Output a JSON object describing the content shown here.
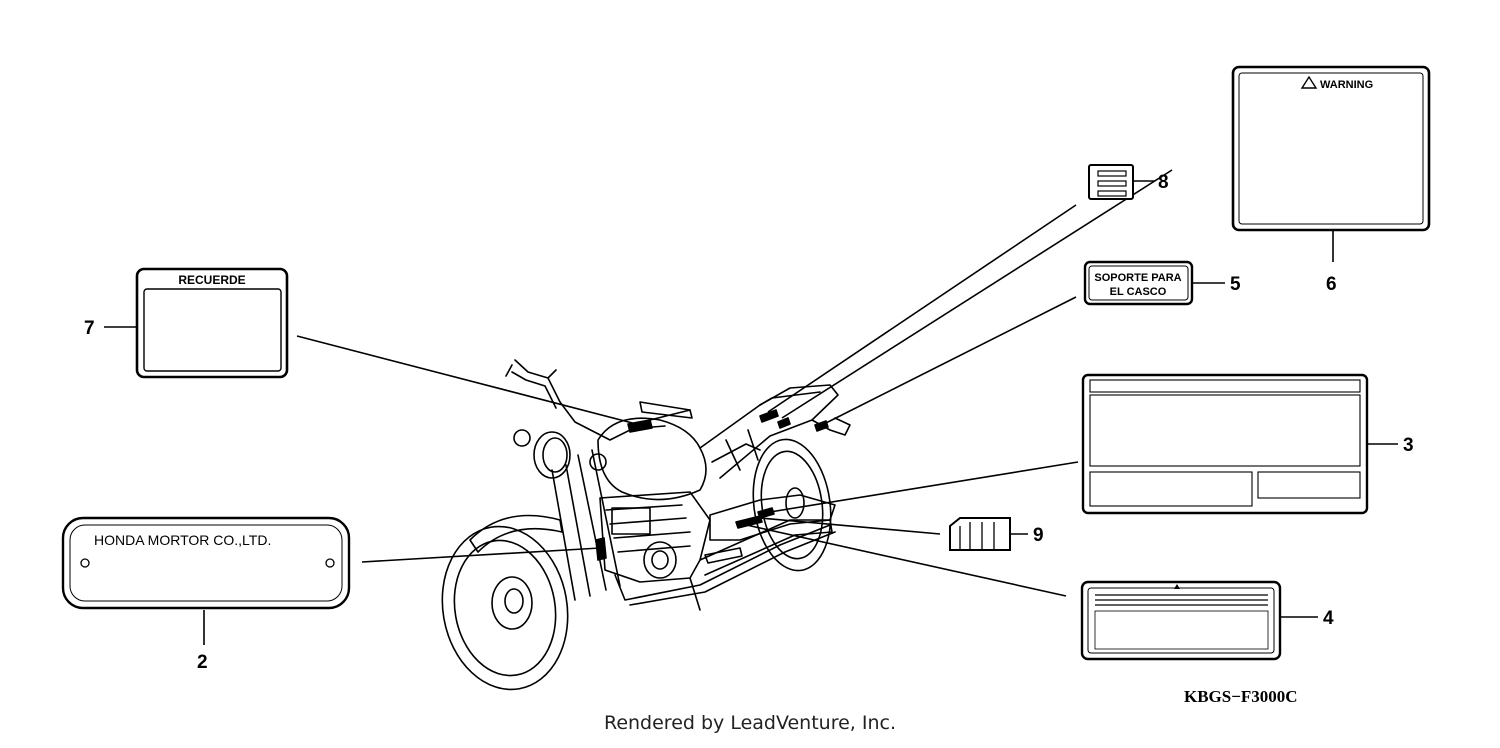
{
  "callouts": [
    {
      "id": "c7",
      "number": "7"
    },
    {
      "id": "c2",
      "number": "2"
    },
    {
      "id": "c8",
      "number": "8"
    },
    {
      "id": "c6",
      "number": "6"
    },
    {
      "id": "c5",
      "number": "5"
    },
    {
      "id": "c3",
      "number": "3"
    },
    {
      "id": "c9",
      "number": "9"
    },
    {
      "id": "c4",
      "number": "4"
    }
  ],
  "labels": {
    "recuerde": "RECUERDE",
    "warning": "WARNING",
    "soporte_line1": "SOPORTE PARA",
    "soporte_line2": "EL  CASCO",
    "honda": "HONDA MORTOR CO.,LTD."
  },
  "diagram_code": "KBGS−F3000C",
  "credit": "Rendered by LeadVenture, Inc."
}
